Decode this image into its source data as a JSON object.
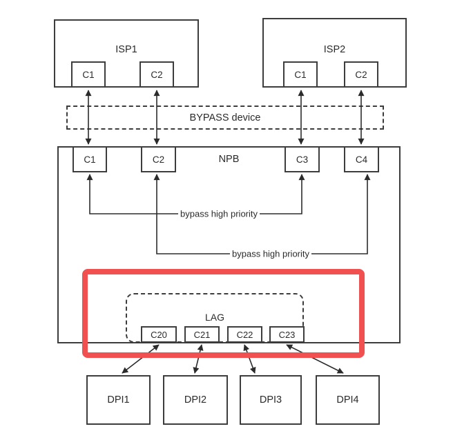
{
  "colors": {
    "line": "#3c3c3c",
    "arrow": "#2b2b2b",
    "highlight_red": "#f05050",
    "background": "#ffffff"
  },
  "isp1": {
    "title": "ISP1",
    "ports": [
      "C1",
      "C2"
    ]
  },
  "isp2": {
    "title": "ISP2",
    "ports": [
      "C1",
      "C2"
    ]
  },
  "bypass_device": {
    "title": "BYPASS device"
  },
  "npb": {
    "title": "NPB",
    "ports": [
      "C1",
      "C2",
      "C3",
      "C4"
    ],
    "priority_links": [
      "bypass high priority",
      "bypass high priority"
    ],
    "lag": {
      "title": "LAG",
      "ports": [
        "C20",
        "C21",
        "C22",
        "C23"
      ]
    }
  },
  "dpi_devices": [
    "DPI1",
    "DPI2",
    "DPI3",
    "DPI4"
  ]
}
